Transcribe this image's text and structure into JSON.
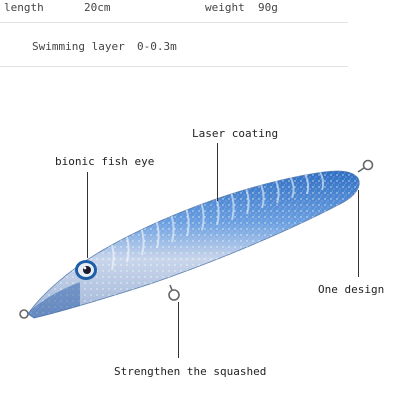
{
  "specs": {
    "length_label": "length",
    "length_value": "20cm",
    "weight_label": "weight",
    "weight_value": "90g",
    "layer_label": "Swimming layer",
    "layer_value": "0-0.3m"
  },
  "callouts": {
    "laser": "Laser coating",
    "eye": "bionic fish eye",
    "design": "One design",
    "strengthen": "Strengthen the squashed"
  },
  "colors": {
    "lure_blue": "#3f86d8",
    "lure_silver": "#c8d2e2",
    "eye_ring": "#1e5ea8"
  }
}
